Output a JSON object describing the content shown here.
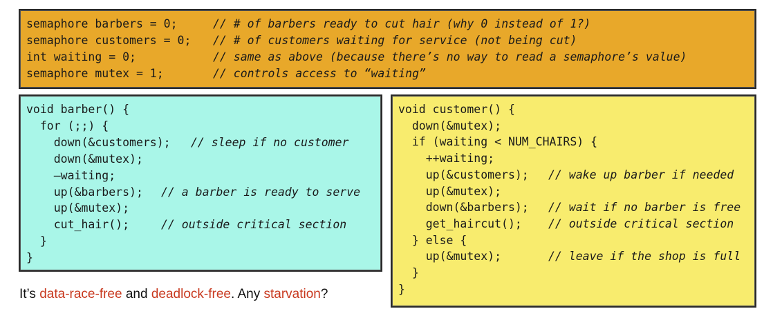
{
  "top_box": {
    "lines": [
      {
        "code": "semaphore barbers = 0;",
        "comment": "// # of barbers ready to cut hair (why 0 instead of 1?)"
      },
      {
        "code": "semaphore customers = 0;",
        "comment": "// # of customers waiting for service (not being cut)"
      },
      {
        "code": "int waiting = 0;",
        "comment": "// same as above (because there’s no way to read a semaphore’s value)"
      },
      {
        "code": "semaphore mutex = 1;",
        "comment": "// controls access to “waiting”"
      }
    ]
  },
  "barber_box": {
    "lines": [
      {
        "code": "void barber() {",
        "comment": ""
      },
      {
        "code": "  for (;;) {",
        "comment": ""
      },
      {
        "code": "    down(&customers);",
        "comment": "// sleep if no customer"
      },
      {
        "code": "    down(&mutex);",
        "comment": ""
      },
      {
        "code": "    —waiting;",
        "comment": ""
      },
      {
        "code": "    up(&barbers);",
        "comment": "// a barber is ready to serve"
      },
      {
        "code": "    up(&mutex);",
        "comment": ""
      },
      {
        "code": "    cut_hair();",
        "comment": "// outside critical section"
      },
      {
        "code": "  }",
        "comment": ""
      },
      {
        "code": "}",
        "comment": ""
      }
    ]
  },
  "customer_box": {
    "lines": [
      {
        "code": "void customer() {",
        "comment": ""
      },
      {
        "code": "  down(&mutex);",
        "comment": ""
      },
      {
        "code": "  if (waiting < NUM_CHAIRS) {",
        "comment": ""
      },
      {
        "code": "    ++waiting;",
        "comment": ""
      },
      {
        "code": "    up(&customers);",
        "comment": "// wake up barber if needed"
      },
      {
        "code": "    up(&mutex);",
        "comment": ""
      },
      {
        "code": "    down(&barbers);",
        "comment": "// wait if no barber is free"
      },
      {
        "code": "    get_haircut();",
        "comment": "// outside critical section"
      },
      {
        "code": "  } else {",
        "comment": ""
      },
      {
        "code": "    up(&mutex);",
        "comment": "// leave if the shop is full"
      },
      {
        "code": "  }",
        "comment": ""
      },
      {
        "code": "}",
        "comment": ""
      }
    ]
  },
  "footer": {
    "part1": "It’s ",
    "term1": "data-race-free",
    "part2": " and ",
    "term2": "deadlock-free",
    "part3": ". Any ",
    "term3": "starvation",
    "part4": "?"
  },
  "colors": {
    "top_box_bg": "#e8a82a",
    "barber_box_bg": "#a9f6e8",
    "customer_box_bg": "#f8ec6e",
    "highlight_red": "#c8381e"
  }
}
